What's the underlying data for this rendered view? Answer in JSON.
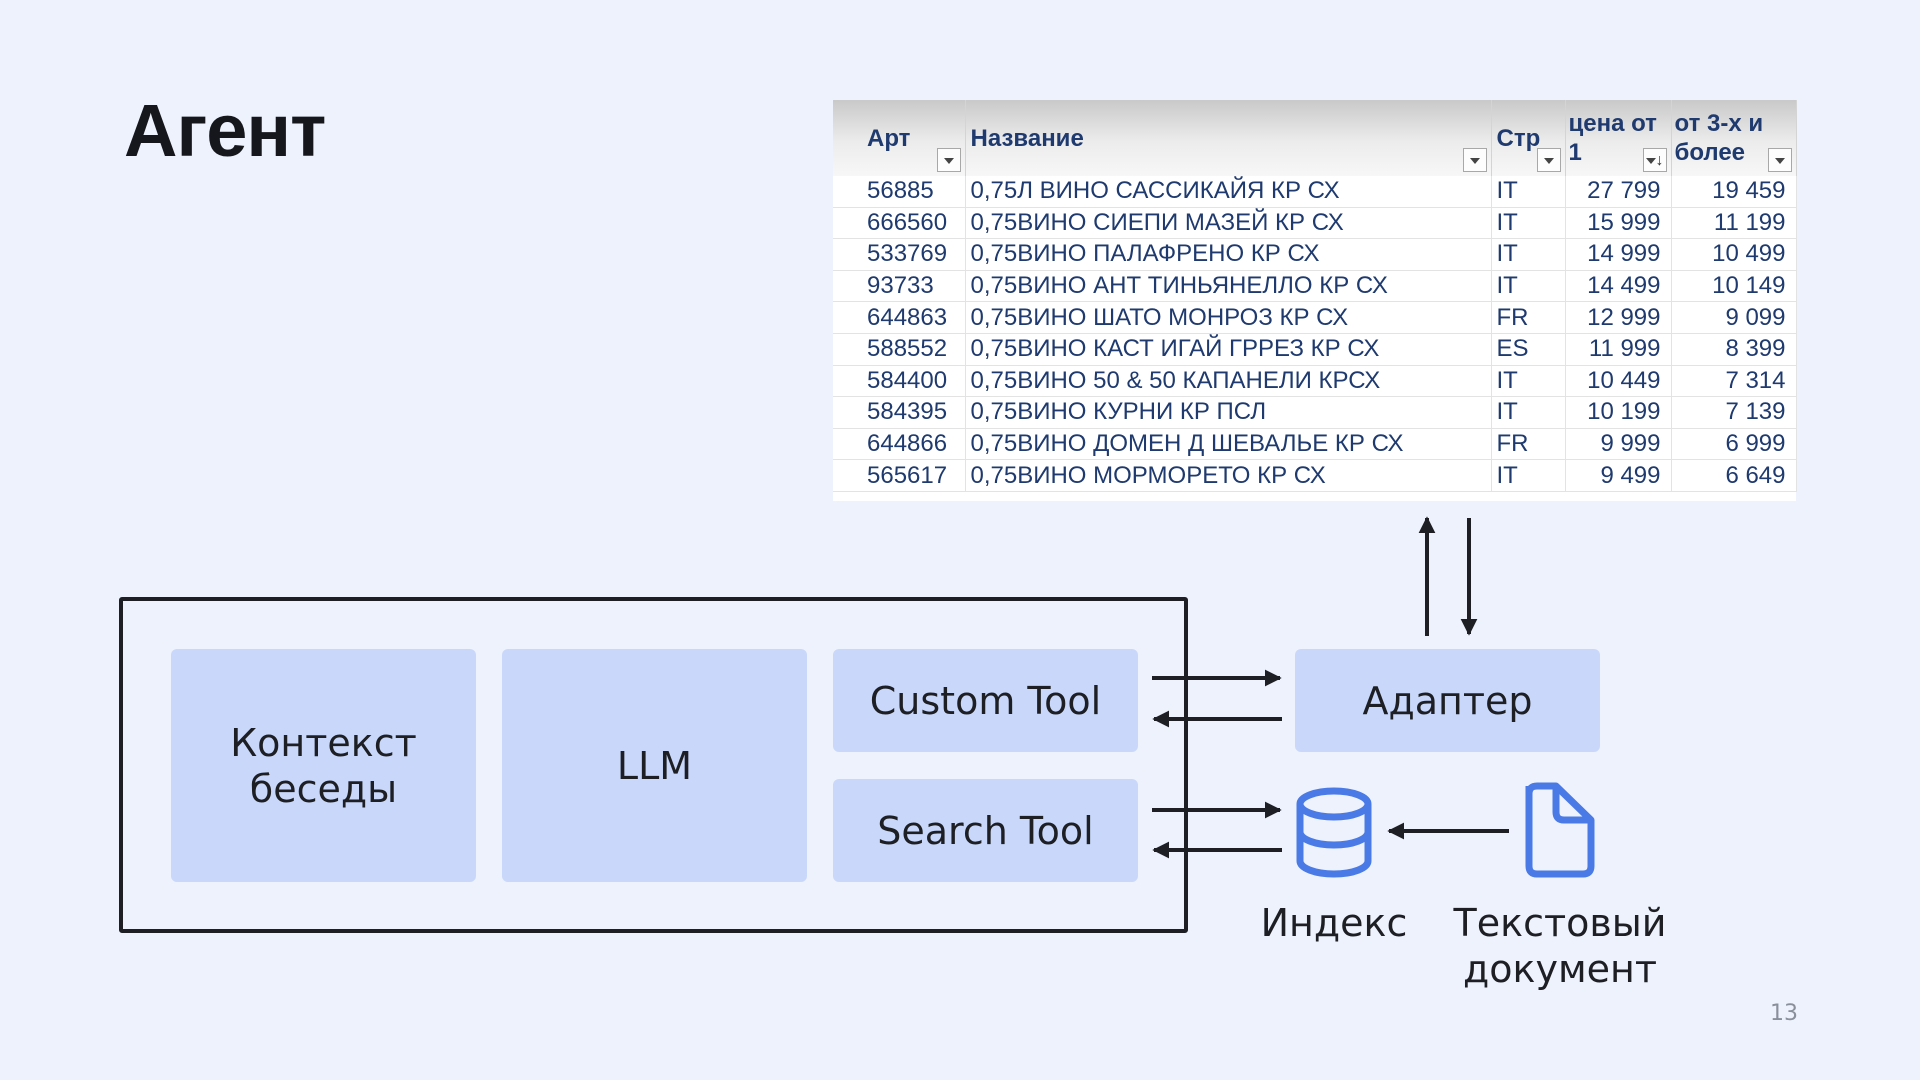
{
  "title": "Агент",
  "page_number": "13",
  "table": {
    "headers": {
      "art": "Арт",
      "name": "Название",
      "country": "Стр",
      "price1_line1": "цена от",
      "price1_line2": "1",
      "price3_line1": "от 3-х и",
      "price3_line2": "более"
    },
    "rows": [
      {
        "art": "56885",
        "name": "0,75Л ВИНО САССИКАЙЯ КР СХ",
        "country": "IT",
        "price1": "27 799",
        "price3": "19 459"
      },
      {
        "art": "666560",
        "name": "0,75ВИНО СИЕПИ МАЗЕЙ КР СХ",
        "country": "IT",
        "price1": "15 999",
        "price3": "11 199"
      },
      {
        "art": "533769",
        "name": "0,75ВИНО ПАЛАФРЕНО КР СХ",
        "country": "IT",
        "price1": "14 999",
        "price3": "10 499"
      },
      {
        "art": "93733",
        "name": "0,75ВИНО АНТ ТИНЬЯНЕЛЛО КР СХ",
        "country": "IT",
        "price1": "14 499",
        "price3": "10 149"
      },
      {
        "art": "644863",
        "name": "0,75ВИНО ШАТО МОНРОЗ КР СХ",
        "country": "FR",
        "price1": "12 999",
        "price3": "9 099"
      },
      {
        "art": "588552",
        "name": "0,75ВИНО КАСТ ИГАЙ ГРРЕЗ КР СХ",
        "country": "ES",
        "price1": "11 999",
        "price3": "8 399"
      },
      {
        "art": "584400",
        "name": "0,75ВИНО 50 & 50 КАПАНЕЛИ КРСХ",
        "country": "IT",
        "price1": "10 449",
        "price3": "7 314"
      },
      {
        "art": "584395",
        "name": "0,75ВИНО КУРНИ КР ПСЛ",
        "country": "IT",
        "price1": "10 199",
        "price3": "7 139"
      },
      {
        "art": "644866",
        "name": "0,75ВИНО ДОМЕН Д ШЕВАЛЬЕ КР СХ",
        "country": "FR",
        "price1": "9 999",
        "price3": "6 999"
      },
      {
        "art": "565617",
        "name": "0,75ВИНО МОРМОРЕТО КР СХ",
        "country": "IT",
        "price1": "9 499",
        "price3": "6 649"
      }
    ]
  },
  "diagram": {
    "context_line1": "Контекст",
    "context_line2": "беседы",
    "llm": "LLM",
    "custom_tool": "Custom Tool",
    "search_tool": "Search Tool",
    "adapter": "Адаптер",
    "index_label": "Индекс",
    "doc_label_line1": "Текстовый",
    "doc_label_line2": "документ"
  },
  "colors": {
    "background": "#eef2fc",
    "box_fill": "#c9d8fa",
    "icon_blue": "#4a7ae6",
    "line": "#1d1f24"
  }
}
